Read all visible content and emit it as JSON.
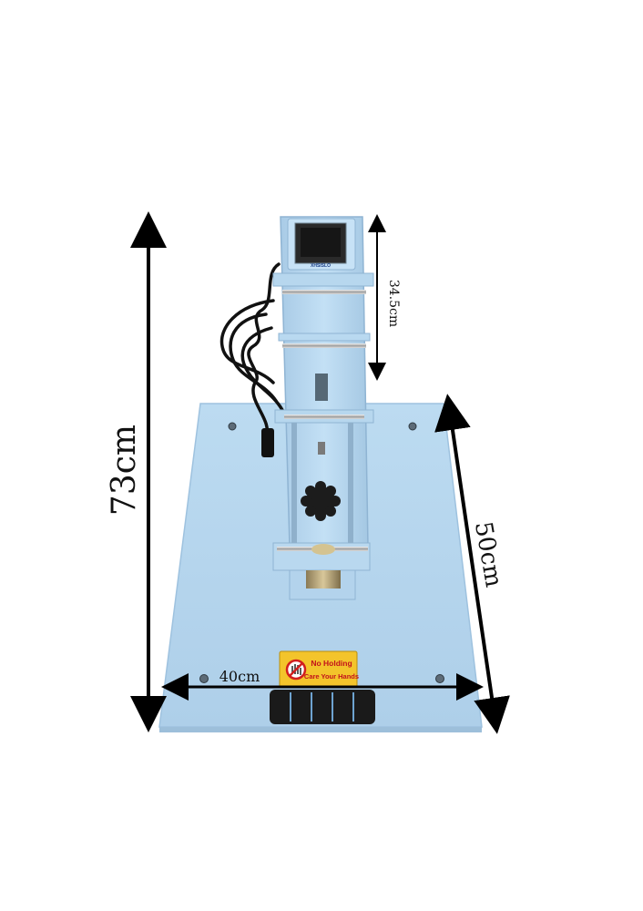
{
  "dimensions": {
    "height": "73cm",
    "depth": "50cm",
    "width": "40cm",
    "head": "34.5cm"
  },
  "warning_label": {
    "line1": "No Holding",
    "line2": "Care Your Hands",
    "icon": "no-hand-icon"
  },
  "controller": {
    "brand": "XHSISLO"
  },
  "colors": {
    "machine_body": "#b5d6ef",
    "arrow": "#000000",
    "label_bg": "#f3c42b",
    "handle": "#1c1c1c"
  }
}
